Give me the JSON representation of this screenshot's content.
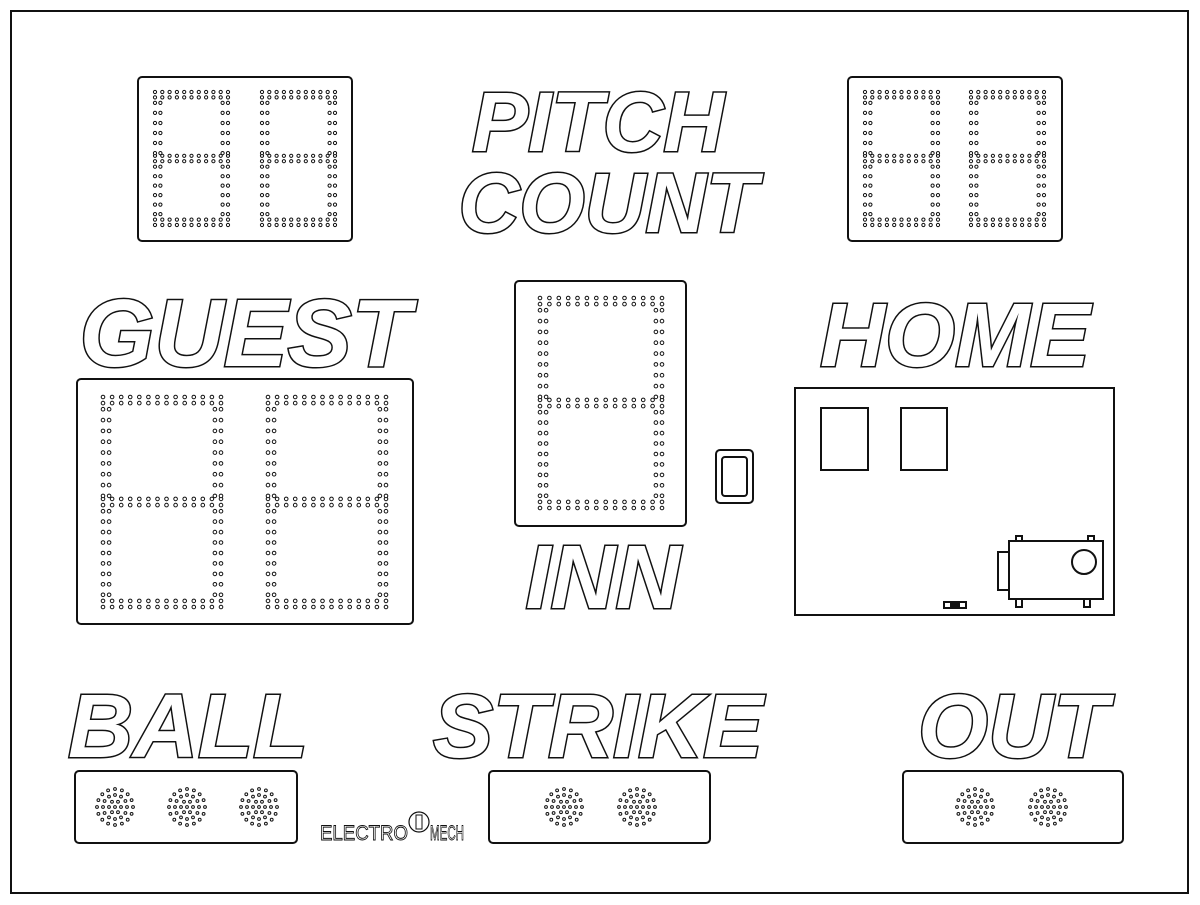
{
  "labels": {
    "pitch": "PITCH",
    "count": "COUNT",
    "guest": "GUEST",
    "home": "HOME",
    "inn": "INN",
    "ball": "BALL",
    "strike": "STRIKE",
    "out": "OUT"
  },
  "brand": {
    "left": "ELECTRO",
    "right": "MECH"
  },
  "displays": {
    "guest_pitch_count_digits": 2,
    "home_pitch_count_digits": 2,
    "guest_score_digits": 2,
    "inning_digits": 1,
    "ball_lights": 3,
    "strike_lights": 2,
    "out_lights": 2
  },
  "colors": {
    "outline": "#111111",
    "background": "#ffffff"
  }
}
